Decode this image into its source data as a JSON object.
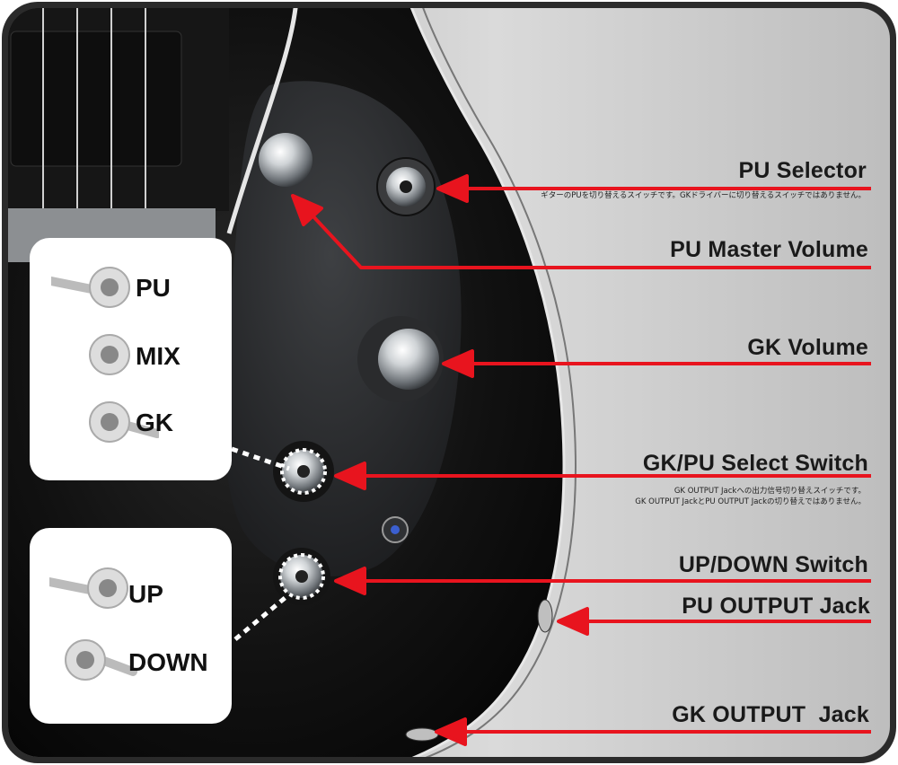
{
  "callouts": {
    "pu_selector": "PU Selector",
    "pu_selector_note": "ギターのPUを切り替えるスイッチです。GKドライバーに切り替えるスイッチではありません。",
    "pu_master_volume": "PU Master Volume",
    "gk_volume": "GK Volume",
    "gk_pu_select_switch": "GK/PU Select Switch",
    "gk_pu_note_line1": "GK OUTPUT Jackへの出力信号切り替えスイッチです。",
    "gk_pu_note_line2": "GK OUTPUT JackとPU OUTPUT Jackの切り替えではありません。",
    "up_down_switch": "UP/DOWN Switch",
    "pu_output_jack": "PU OUTPUT Jack",
    "gk_output_jack": "GK OUTPUT  Jack"
  },
  "select_panel": {
    "options": [
      "PU",
      "MIX",
      "GK"
    ]
  },
  "updown_panel": {
    "options": [
      "UP",
      "DOWN"
    ]
  },
  "colors": {
    "arrow": "#e8141e",
    "frame": "#2a2a2a",
    "body": "#0b0b0b",
    "background": "#c8c8c8"
  }
}
